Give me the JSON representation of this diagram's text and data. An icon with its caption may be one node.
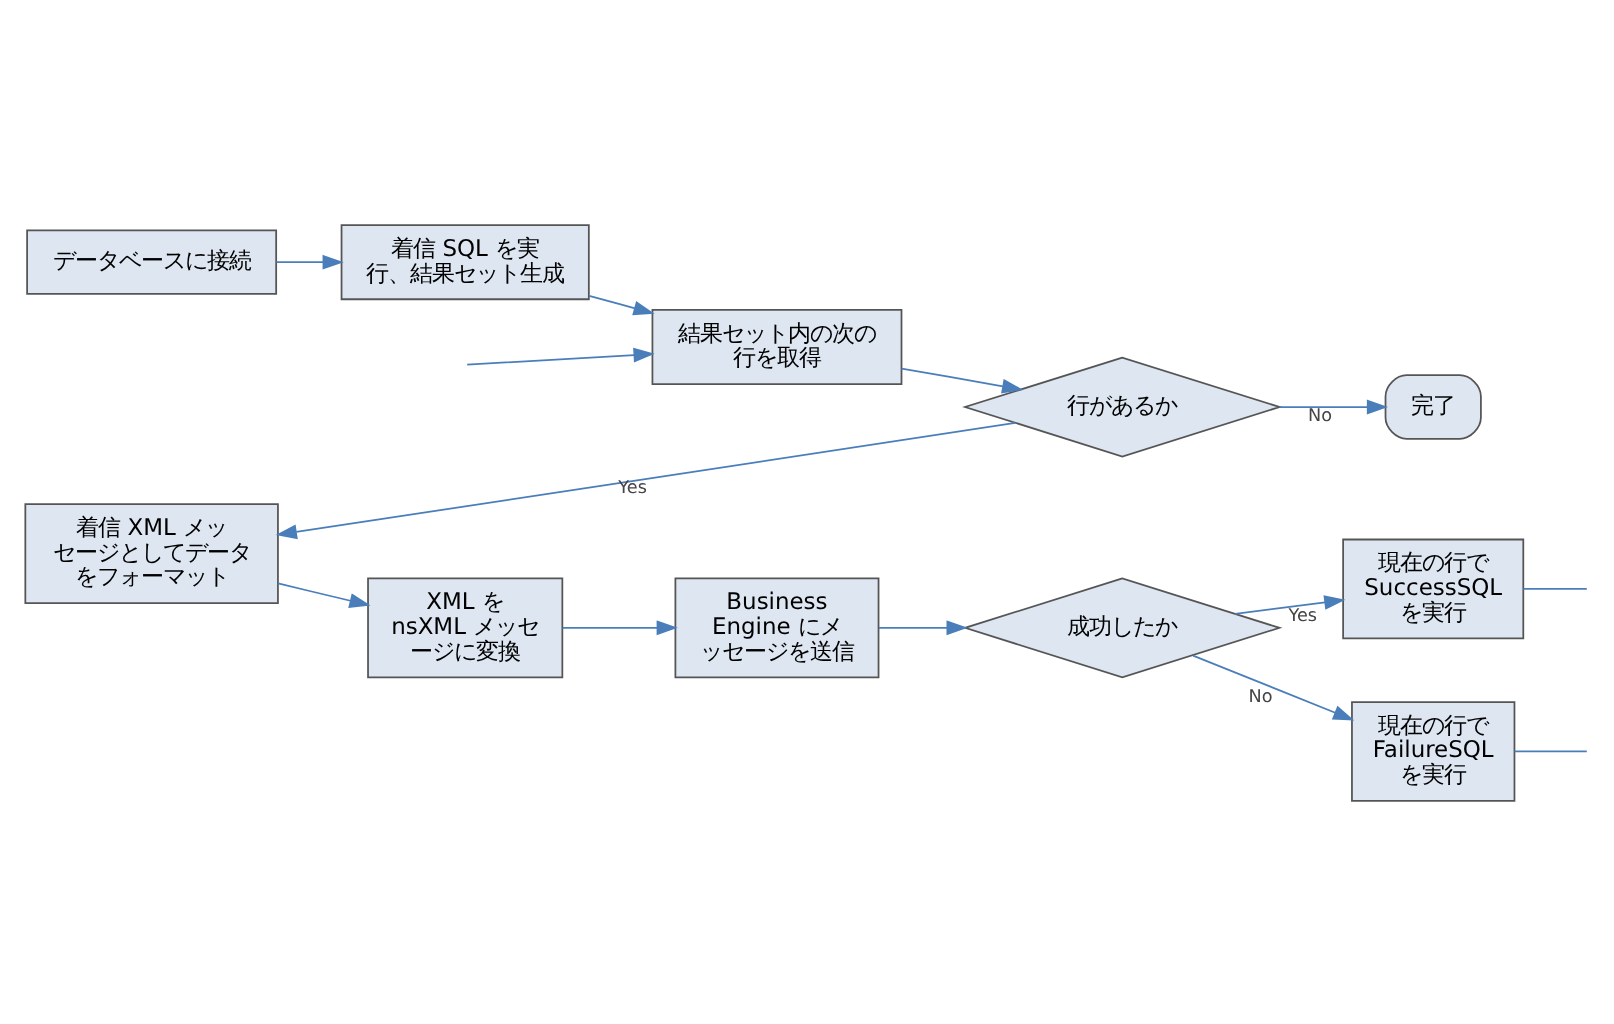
{
  "diagram": {
    "nodes": [
      {
        "text": [
          "データベースに接続"
        ]
      },
      {
        "text": [
          "着信 SQL を実行、結果セット生成"
        ]
      },
      {
        "text": [
          "結果セット内の次の行を取得"
        ]
      },
      {
        "text": [
          "行があるか"
        ]
      },
      {
        "text": [
          "完了"
        ]
      },
      {
        "text": [
          "着信 XML メッセージとしてデータをフォーマット"
        ]
      },
      {
        "text": [
          "XML を nsXML メッセージに変換"
        ]
      },
      {
        "text": [
          "Business Engine にメッセージを送信"
        ]
      },
      {
        "text": [
          "成功したか"
        ]
      },
      {
        "text": [
          "現在の行で SuccessSQL を実行"
        ]
      },
      {
        "text": [
          "現在の行で FailureSQL を実行"
        ]
      }
    ],
    "edges": [
      {
        "from": 0,
        "to": 1,
        "arrow": "to"
      },
      {
        "from": 1,
        "to": 2,
        "arrow": "to"
      },
      {
        "from": 2,
        "to": 3,
        "arrow": "to"
      },
      {
        "from": 3,
        "to": 4,
        "arrow": "to",
        "label": "No"
      },
      {
        "from": 3,
        "to": 5,
        "arrow": "to",
        "label": "Yes"
      },
      {
        "from": 5,
        "to": 6,
        "arrow": "to"
      },
      {
        "from": 6,
        "to": 7,
        "arrow": "to"
      },
      {
        "from": 7,
        "to": 8,
        "arrow": "to"
      },
      {
        "from": 8,
        "to": 9,
        "arrow": "to",
        "label": "Yes"
      },
      {
        "from": 8,
        "to": 10,
        "arrow": "to",
        "label": "No"
      },
      {
        "from": 9,
        "to": null,
        "arrow": "none"
      },
      {
        "from": 10,
        "to": null,
        "arrow": "none"
      },
      {
        "from": null,
        "to": 2,
        "arrow": "to"
      }
    ]
  }
}
